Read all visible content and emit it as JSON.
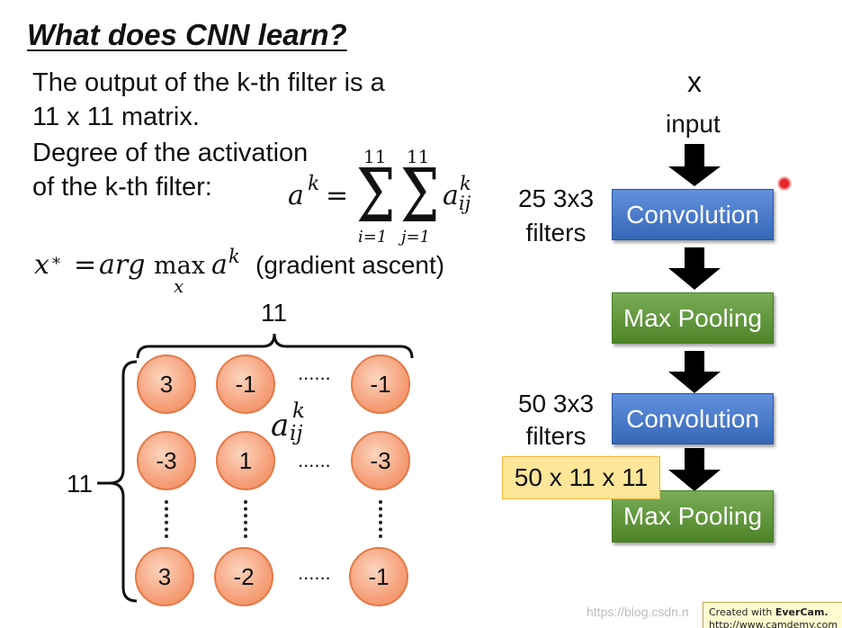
{
  "slide": {
    "title": "What does CNN learn?",
    "lines": [
      "The output of the k-th filter is a",
      "11 x 11 matrix.",
      "Degree of the activation",
      "of the k-th filter:"
    ],
    "activation_formula": {
      "lhs": "a",
      "lhs_sup": "k",
      "equals": "=",
      "sigma": "Σ",
      "sum_i_upper": "11",
      "sum_i_lower": "i=1",
      "sum_j_upper": "11",
      "sum_j_lower": "j=1",
      "term": "a",
      "term_sup": "k",
      "term_sub": "ij"
    },
    "ascent_formula": {
      "var": "x",
      "var_sup": "*",
      "equals": "=",
      "arg": "arg",
      "max": "max",
      "max_under": "x",
      "term": "a",
      "term_sup": "k",
      "note": "(gradient ascent)"
    },
    "matrix": {
      "width_label": "11",
      "height_label": "11",
      "ellipsis": "......",
      "rows": [
        [
          "3",
          "-1",
          "-1"
        ],
        [
          "-3",
          "1",
          "-3"
        ],
        [
          "3",
          "-2",
          "-1"
        ]
      ],
      "element": {
        "var": "a",
        "sup": "k",
        "sub": "ij"
      }
    }
  },
  "network": {
    "input_var": "x",
    "input_label": "input",
    "layers": [
      {
        "label": "Convolution",
        "filters": [
          "25 3x3",
          "filters"
        ]
      },
      {
        "label": "Max Pooling"
      },
      {
        "label": "Convolution",
        "filters": [
          "50 3x3",
          "filters"
        ]
      },
      {
        "label": "Max Pooling"
      }
    ],
    "output_shape": "50 x 11 x 11"
  },
  "watermark": {
    "url": "https://blog.csdn.n",
    "evercam_prefix": "Created with",
    "evercam_brand": "EverCam.",
    "evercam_url": "http://www.camdemy.com"
  },
  "colors": {
    "conv_box": "#3f78d6",
    "pool_box": "#5b9a30",
    "circle_fill": "#f6a27c",
    "shape_box": "#ffe699",
    "pointer": "#e8262b"
  }
}
